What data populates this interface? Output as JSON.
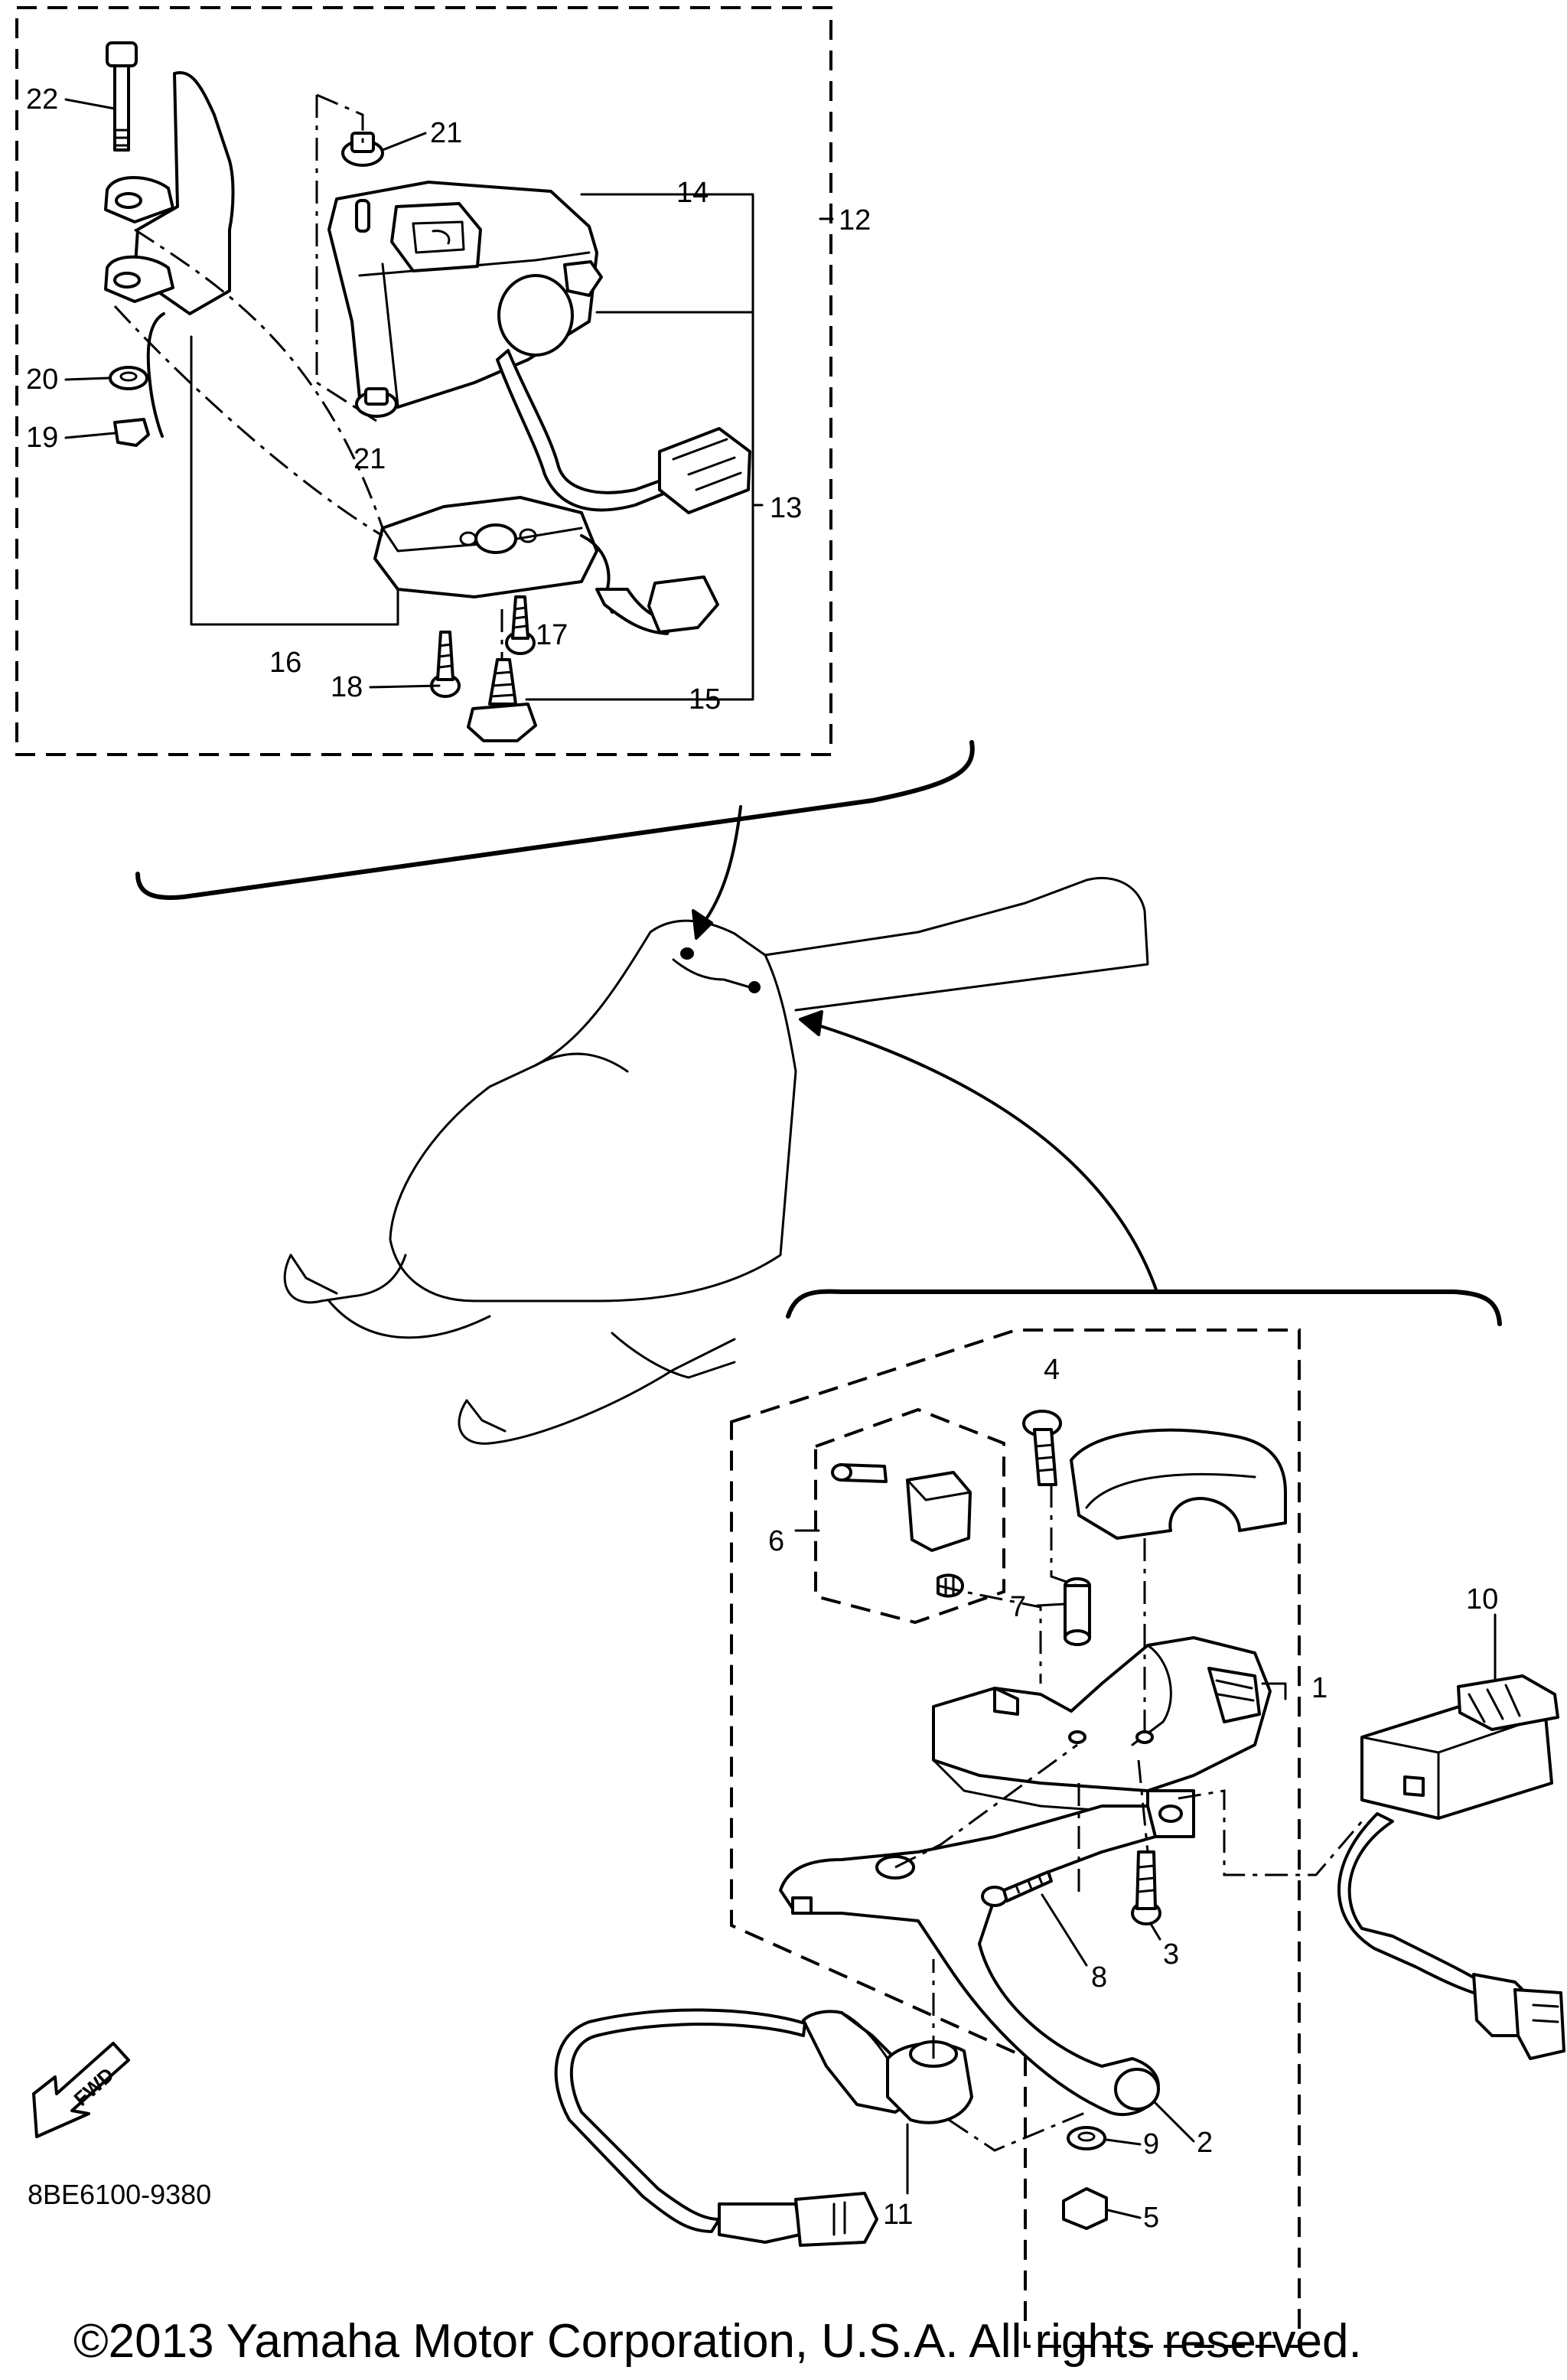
{
  "diagram": {
    "code": "8BE6100-9380",
    "copyright": "©2013 Yamaha Motor Corporation, U.S.A. All rights reserved.",
    "fwd_label": "FWD",
    "callouts": {
      "c1": "1",
      "c2": "2",
      "c3": "3",
      "c4": "4",
      "c5": "5",
      "c6": "6",
      "c7": "7",
      "c8": "8",
      "c9": "9",
      "c10": "10",
      "c11": "11",
      "c12": "12",
      "c13": "13",
      "c14": "14",
      "c15": "15",
      "c16": "16",
      "c17": "17",
      "c18": "18",
      "c19": "19",
      "c20": "20",
      "c21a": "21",
      "c21b": "21",
      "c22": "22"
    }
  }
}
